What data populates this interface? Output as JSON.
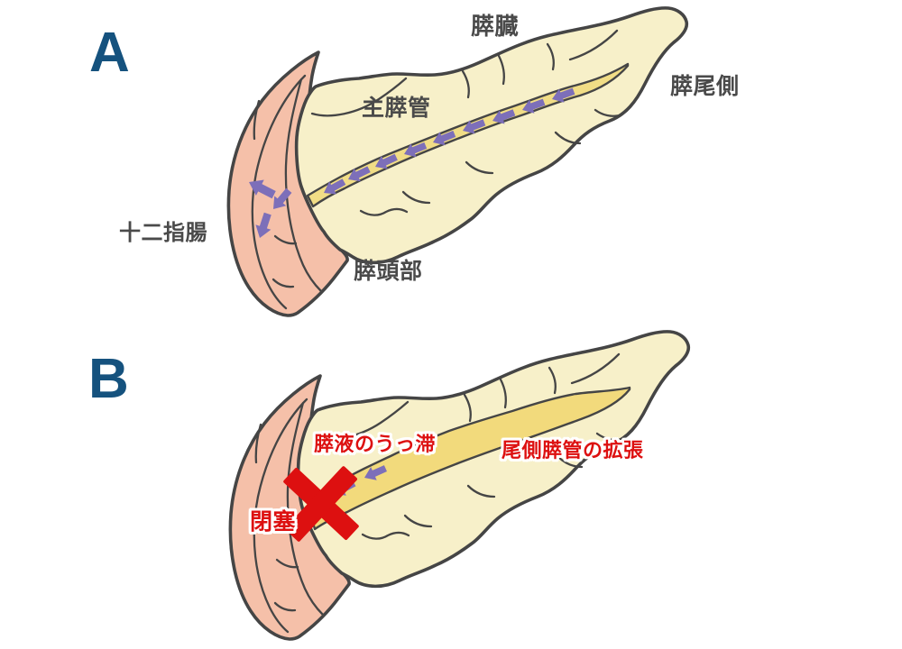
{
  "figure": {
    "description_hint": "Two-panel pancreas illustration: A normal pancreatic juice flow, B obstructed duct"
  },
  "panels": [
    {
      "id": "A",
      "label": "A",
      "annotations": {
        "organ": "膵臓",
        "tail_side": "膵尾側",
        "main_duct": "主膵管",
        "duodenum": "十二指腸",
        "head": "膵頭部"
      }
    },
    {
      "id": "B",
      "label": "B",
      "annotations": {
        "stasis": "膵液のうっ滞",
        "dilation": "尾側膵管の拡張",
        "obstruction": "閉塞"
      }
    }
  ],
  "colors": {
    "panel_letter": "#15527E",
    "outline": "#454545",
    "pancreas_fill": "#F7F0C9",
    "duodenum_fill": "#F5C0A9",
    "duct_fill_normal": "#F1DD86",
    "duct_fill_dilated": "#F2DA7C",
    "arrow": "#7D6FB9",
    "alert": "#DD1010",
    "label_text": "#4A4A4A",
    "background": "#FFFFFF"
  }
}
